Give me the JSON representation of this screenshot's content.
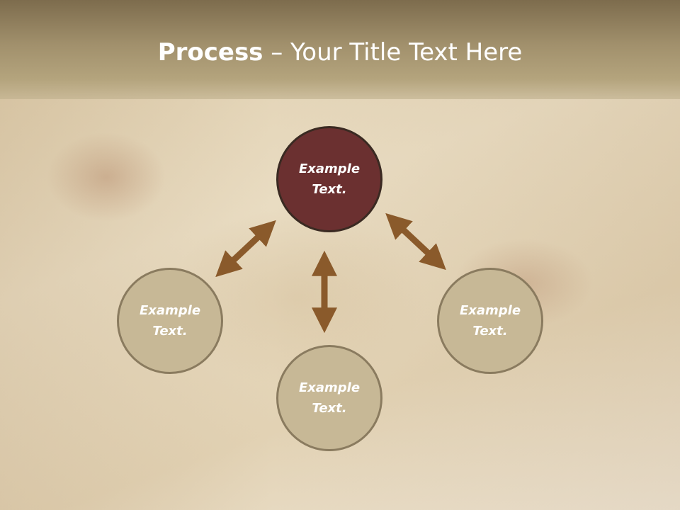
{
  "slide": {
    "title_bold": "Process",
    "title_rest": " – Your Title Text Here"
  },
  "circles": {
    "top": {
      "line1": "Example",
      "line2": "Text."
    },
    "left": {
      "line1": "Example",
      "line2": "Text."
    },
    "right": {
      "line1": "Example",
      "line2": "Text."
    },
    "bottom": {
      "line1": "Example",
      "line2": "Text."
    }
  },
  "colors": {
    "header": "#a1906c",
    "accent_circle": "#6b3030",
    "circle_fill": "#c7b896",
    "arrow": "#8a5a2b"
  }
}
